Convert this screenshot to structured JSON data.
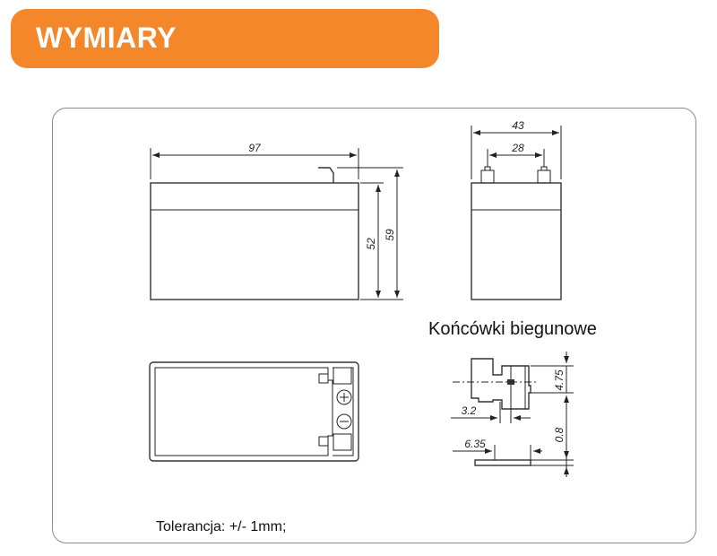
{
  "header": {
    "title": "WYMIARY",
    "color": "#f3872a"
  },
  "front_view": {
    "width": "97",
    "height_case": "52",
    "height_total": "59"
  },
  "side_view": {
    "width": "43",
    "terminal_spacing": "28"
  },
  "terminals": {
    "title": "Końcówki biegunowe",
    "height": "4.75",
    "offset": "3.2",
    "thickness": "0.8",
    "width": "6.35"
  },
  "tolerance": "Tolerancja: +/- 1mm;"
}
